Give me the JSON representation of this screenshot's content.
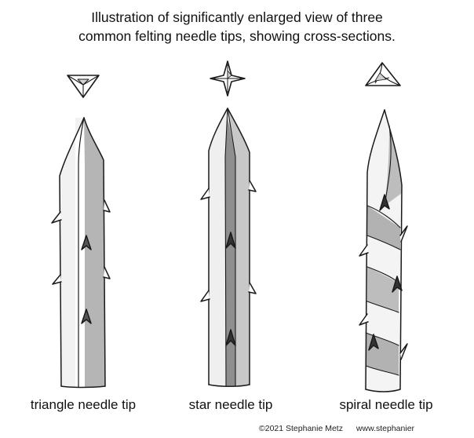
{
  "title": {
    "line1": "Illustration of significantly enlarged view of three",
    "line2": "common felting needle tips, showing cross-sections."
  },
  "needles": [
    {
      "label": "triangle needle tip",
      "icon": "triangle-cross-section-icon"
    },
    {
      "label": "star needle tip",
      "icon": "star-cross-section-icon"
    },
    {
      "label": "spiral needle tip",
      "icon": "spiral-cross-section-icon"
    }
  ],
  "credit": {
    "copyright": "©2021 Stephanie Metz",
    "site": "www.stephanier"
  },
  "colors": {
    "ink": "#1a1a1a",
    "shade_light": "#ebebeb",
    "shade_mid": "#c9c9c9",
    "shade_dark": "#a4a4a4"
  }
}
